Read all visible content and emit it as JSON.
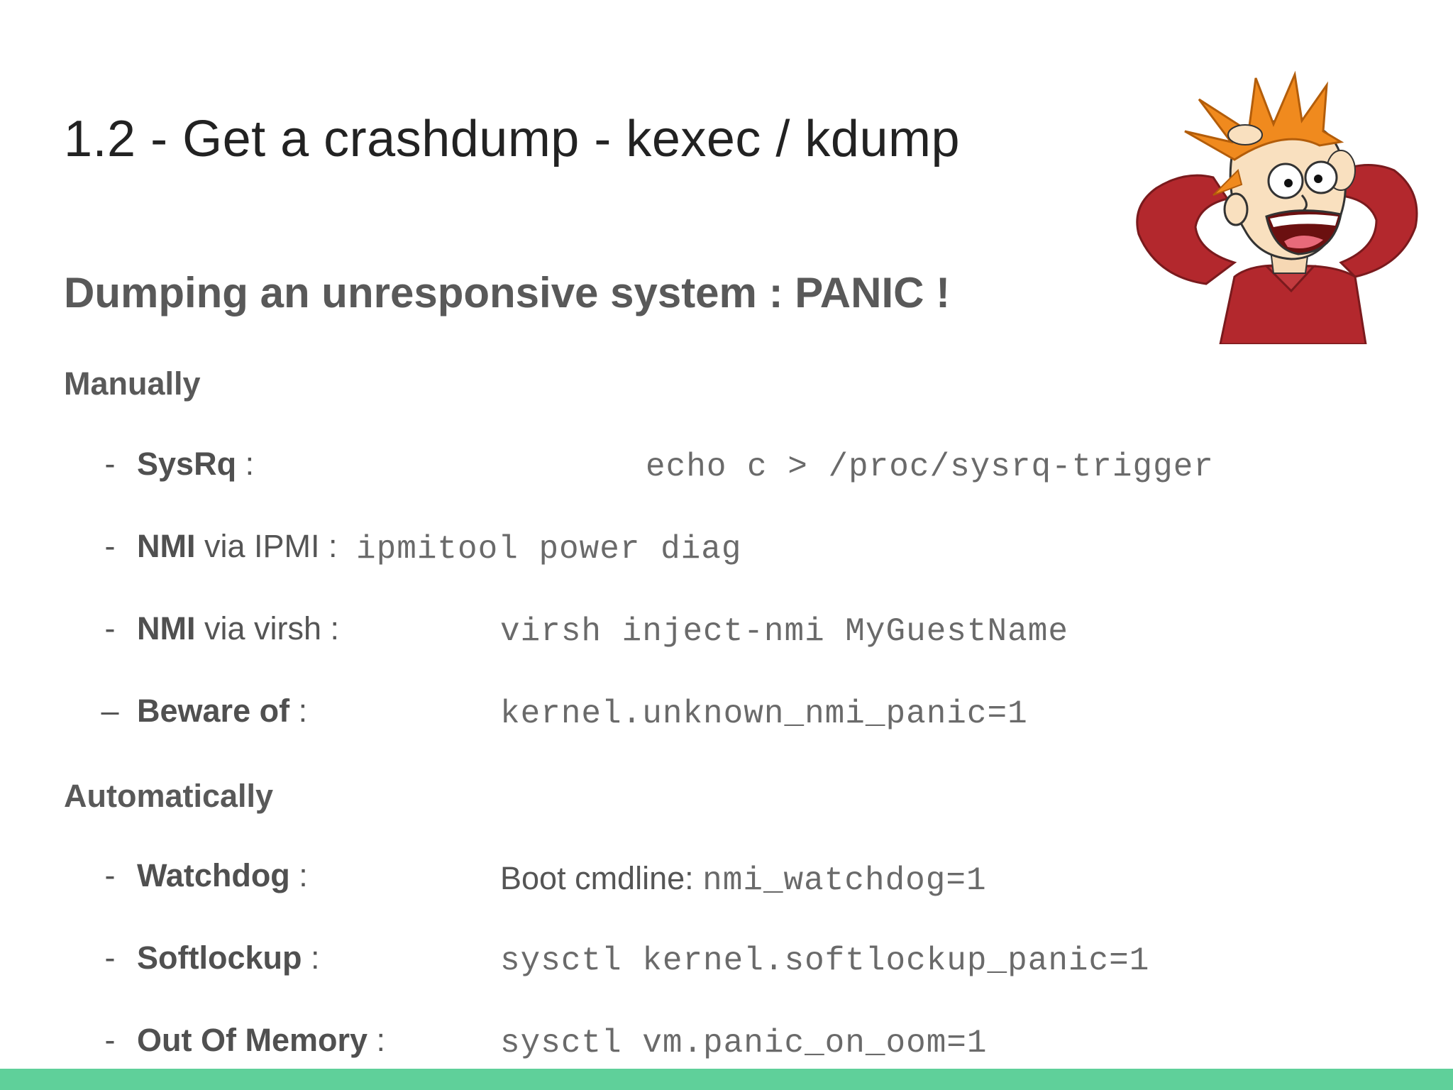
{
  "slide": {
    "title": "1.2 - Get a crashdump - kexec / kdump",
    "subtitle": "Dumping an unresponsive system : PANIC !",
    "accent_color": "#5fd09a"
  },
  "manual": {
    "heading": "Manually",
    "items": [
      {
        "dash": "-",
        "bold": "SysRq",
        "rest": " :",
        "code": "echo c > /proc/sysrq-trigger"
      },
      {
        "dash": "-",
        "bold": "NMI",
        "rest": " via IPMI :",
        "code": "ipmitool power diag"
      },
      {
        "dash": "-",
        "bold": "NMI",
        "rest": " via virsh :",
        "code": "virsh inject-nmi MyGuestName"
      },
      {
        "dash": "–",
        "bold": "Beware of",
        "rest": " :",
        "code": "kernel.unknown_nmi_panic=1"
      }
    ]
  },
  "automatic": {
    "heading": "Automatically",
    "items": [
      {
        "dash": "-",
        "bold": "Watchdog",
        "rest": " :",
        "prefix": "Boot cmdline: ",
        "code": "nmi_watchdog=1"
      },
      {
        "dash": "-",
        "bold": "Softlockup",
        "rest": " :",
        "code": "sysctl kernel.softlockup_panic=1"
      },
      {
        "dash": "-",
        "bold": "Out Of Memory",
        "rest": " :",
        "code": "sysctl vm.panic_on_oom=1"
      }
    ]
  },
  "illustration": {
    "icon": "panicking-cartoon-character"
  }
}
